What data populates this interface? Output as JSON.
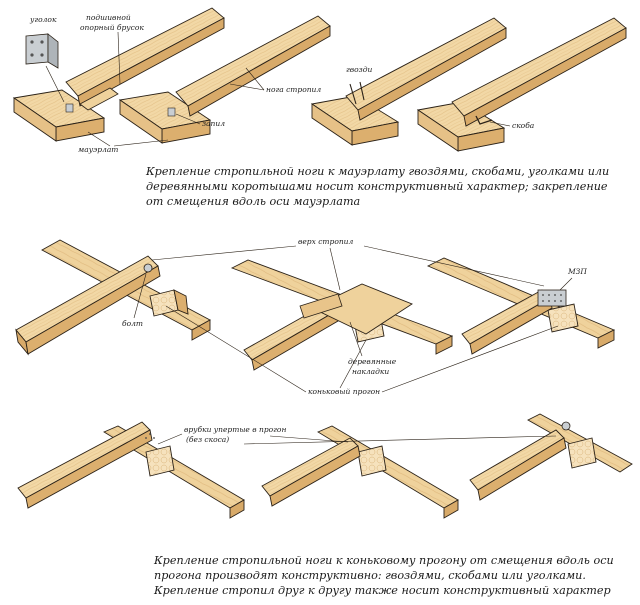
{
  "labels": {
    "ugolok": "уголок",
    "podshivnoy_1": "подшивной",
    "podshivnoy_2": "опорный брусок",
    "noga_stropil": "нога стропил",
    "gvozdi": "гвозди",
    "zapil": "запил",
    "skoba": "скоба",
    "mauerlat": "мауэрлат",
    "verkh_stropil": "верх стропил",
    "mzp": "МЗП",
    "bolt": "болт",
    "derevyannye_1": "деревянные",
    "derevyannye_2": "накладки",
    "konkovy_progon": "коньковый прогон",
    "vrubki_1": "врубки упертые в прогон",
    "vrubki_2": "(без скоса)"
  },
  "captions": {
    "top": [
      "Крепление стропильной ноги к мауэрлату гвоздями, скобами, уголками или",
      "деревянными коротышами носит конструктивный характер; закрепление",
      "от смещения вдоль оси мауэрлата"
    ],
    "bottom": [
      "Крепление стропильной ноги к коньковому прогону от смещения вдоль оси",
      "прогона производят конструктивно: гвоздями, скобами или уголками.",
      "Крепление стропил друг к другу также носит конструктивный характер"
    ]
  },
  "colors": {
    "wood_light": "#f4dcae",
    "wood_mid": "#e8c48a",
    "wood_dark": "#d3a565",
    "outline": "#2b2218",
    "metal": "#c9ced2"
  }
}
